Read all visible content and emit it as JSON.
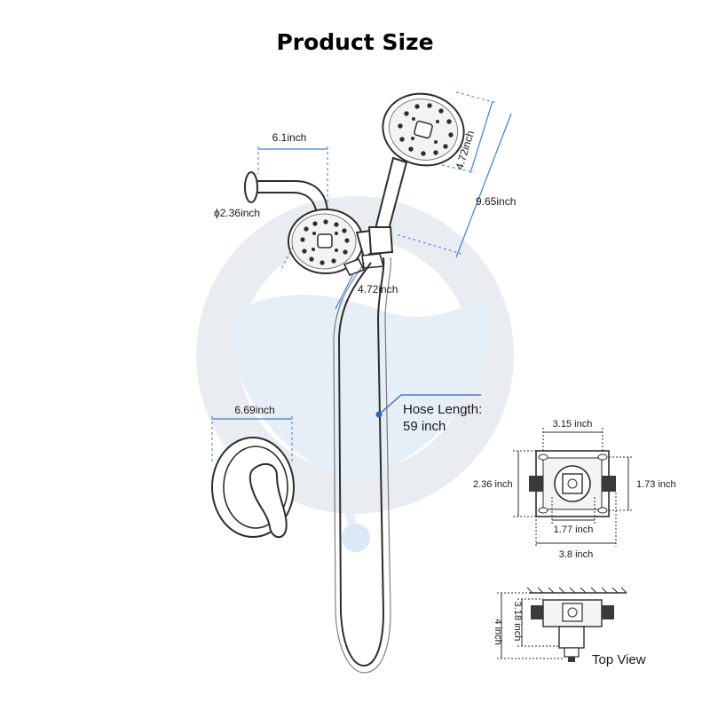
{
  "title": "Product Size",
  "labels": {
    "arm_reach": "6.1inch",
    "flange_diameter": "ϕ2.36inch",
    "head_diameter": "4.72inch",
    "handheld_diameter": "4.72inch",
    "handheld_length": "9.65inch",
    "trim_plate": "6.69inch",
    "hose_line1": "Hose Length:",
    "hose_line2": "59 inch",
    "valve_top_width": "3.15 inch",
    "valve_left_height": "2.36 inch",
    "valve_right_height": "1.73 inch",
    "valve_inner_width": "1.77 inch",
    "valve_total_width": "3.8 inch",
    "side_depth": "4 inch",
    "side_inner_depth": "3.18 inch",
    "top_view": "Top View"
  },
  "colors": {
    "dimension_line": "#3b7fd4",
    "callout": "#2b63c8",
    "watermark_ring": "#e9edf1",
    "watermark_wave": "#dde9f4",
    "outline": "#2d2d2d",
    "body_dark": "#3a3a3a"
  }
}
